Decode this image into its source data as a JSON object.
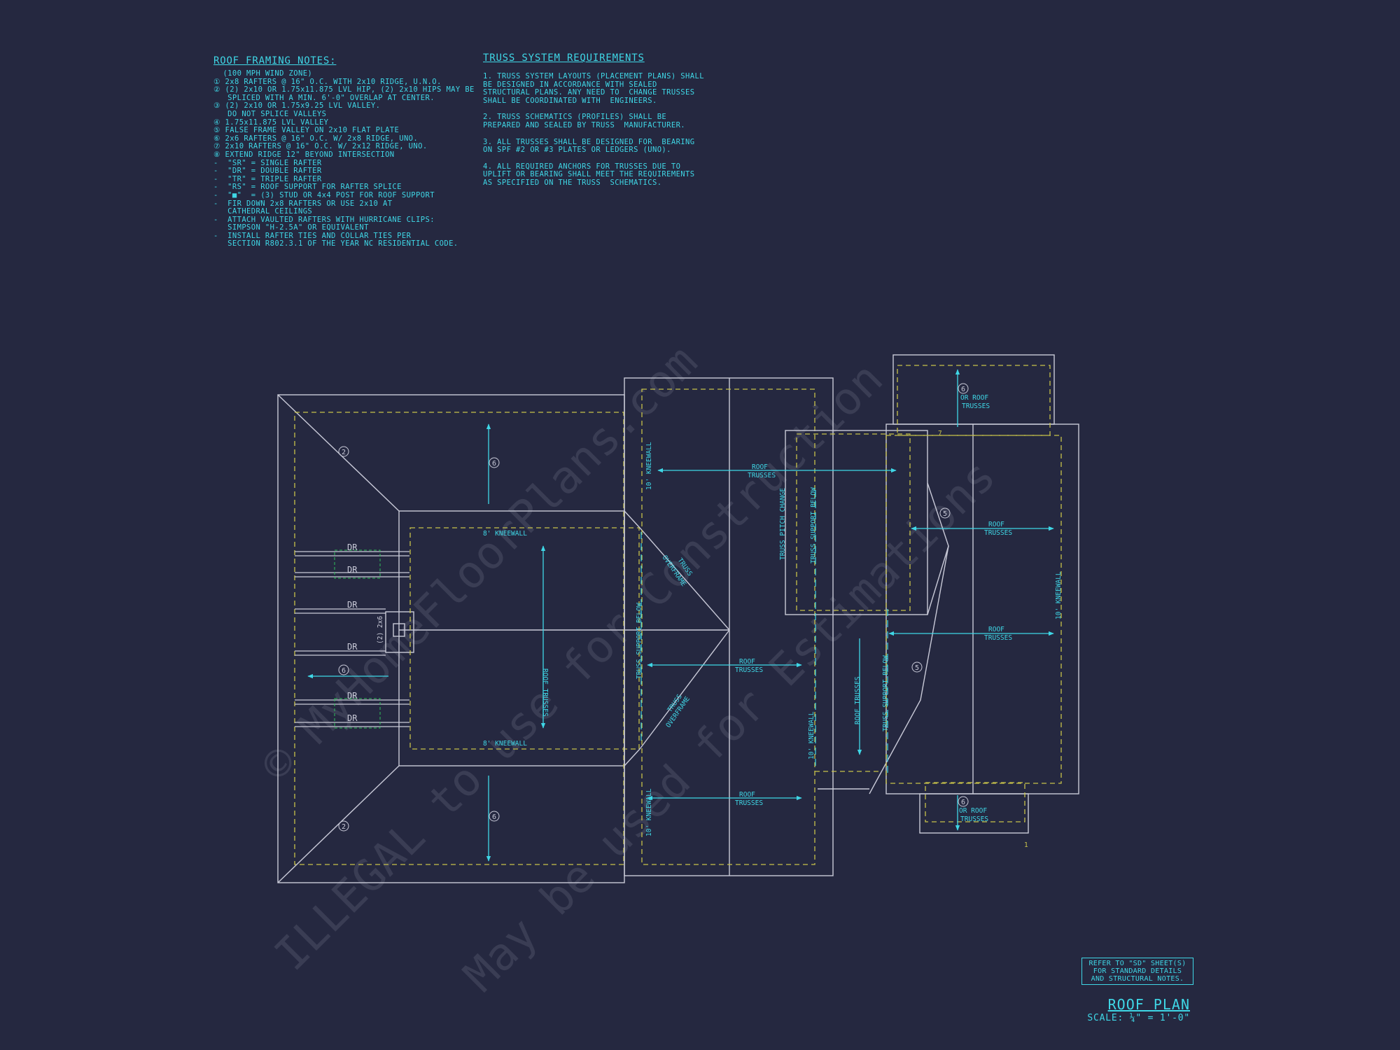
{
  "colors": {
    "background": "#252840",
    "roof_lines": "#c9cad8",
    "annotation": "#3fd7e6",
    "dashed_wall": "#c8c24a",
    "support": "#3fd7e6",
    "watermark": "#3d4057"
  },
  "framing_notes": {
    "header": "ROOF FRAMING NOTES:",
    "lines": [
      "  (100 MPH WIND ZONE)",
      "① 2x8 RAFTERS @ 16\" O.C. WITH 2x10 RIDGE, U.N.O.",
      "② (2) 2x10 OR 1.75x11.875 LVL HIP, (2) 2x10 HIPS MAY BE",
      "   SPLICED WITH A MIN. 6'-0\" OVERLAP AT CENTER.",
      "③ (2) 2x10 OR 1.75x9.25 LVL VALLEY.",
      "   DO NOT SPLICE VALLEYS",
      "④ 1.75x11.875 LVL VALLEY",
      "⑤ FALSE FRAME VALLEY ON 2x10 FLAT PLATE",
      "⑥ 2x6 RAFTERS @ 16\" O.C. W/ 2x8 RIDGE, UNO.",
      "⑦ 2x10 RAFTERS @ 16\" O.C. W/ 2x12 RIDGE, UNO.",
      "⑧ EXTEND RIDGE 12\" BEYOND INTERSECTION",
      "-  \"SR\" = SINGLE RAFTER",
      "-  \"DR\" = DOUBLE RAFTER",
      "-  \"TR\" = TRIPLE RAFTER",
      "-  \"RS\" = ROOF SUPPORT FOR RAFTER SPLICE",
      "-  \"■\"  = (3) STUD OR 4x4 POST FOR ROOF SUPPORT",
      "-  FIR DOWN 2x8 RAFTERS OR USE 2x10 AT",
      "   CATHEDRAL CEILINGS",
      "-  ATTACH VAULTED RAFTERS WITH HURRICANE CLIPS:",
      "   SIMPSON \"H-2.5A\" OR EQUIVALENT",
      "-  INSTALL RAFTER TIES AND COLLAR TIES PER",
      "   SECTION R802.3.1 OF THE YEAR NC RESIDENTIAL CODE."
    ]
  },
  "truss_requirements": {
    "header": "TRUSS SYSTEM REQUIREMENTS",
    "paragraphs": [
      "1. TRUSS SYSTEM LAYOUTS (PLACEMENT PLANS) SHALL\nBE DESIGNED IN ACCORDANCE WITH SEALED\nSTRUCTURAL PLANS. ANY NEED TO  CHANGE TRUSSES\nSHALL BE COORDINATED WITH  ENGINEERS.",
      "2. TRUSS SCHEMATICS (PROFILES) SHALL BE\nPREPARED AND SEALED BY TRUSS  MANUFACTURER.",
      "3. ALL TRUSSES SHALL BE DESIGNED FOR  BEARING\nON SPF #2 OR #3 PLATES OR LEDGERS (UNO).",
      "4. ALL REQUIRED ANCHORS FOR TRUSSES DUE TO\nUPLIFT OR BEARING SHALL MEET THE REQUIREMENTS\nAS SPECIFIED ON THE TRUSS  SCHEMATICS."
    ]
  },
  "plan_labels": {
    "dr": "DR",
    "kneewall_8": "8' KNEEWALL",
    "kneewall_10": "10' KNEEWALL",
    "roof": "ROOF",
    "trusses": "TRUSSES",
    "roof_trusses": "ROOF TRUSSES",
    "or_roof": "OR ROOF",
    "truss_support_below": "TRUSS SUPPORT BELOW",
    "truss_pitch_change": "TRUSS PITCH CHANGE",
    "truss": "TRUSS",
    "overframe": "OVERFRAME",
    "two_2x6": "(2) 2x6",
    "callout_2": "2",
    "callout_5": "5",
    "callout_6": "6",
    "marker_7": "7",
    "marker_1": "1"
  },
  "refer_note": "REFER TO \"SD\" SHEET(S) FOR STANDARD DETAILS AND STRUCTURAL NOTES.",
  "title": {
    "name": "ROOF PLAN",
    "scale": "SCALE: ¼\" = 1'-0\""
  },
  "watermark": {
    "line1": "© MyHomeFloorPlans.com",
    "line2": "ILLEGAL to use for Construction",
    "line3": "May be used for Estimations"
  }
}
